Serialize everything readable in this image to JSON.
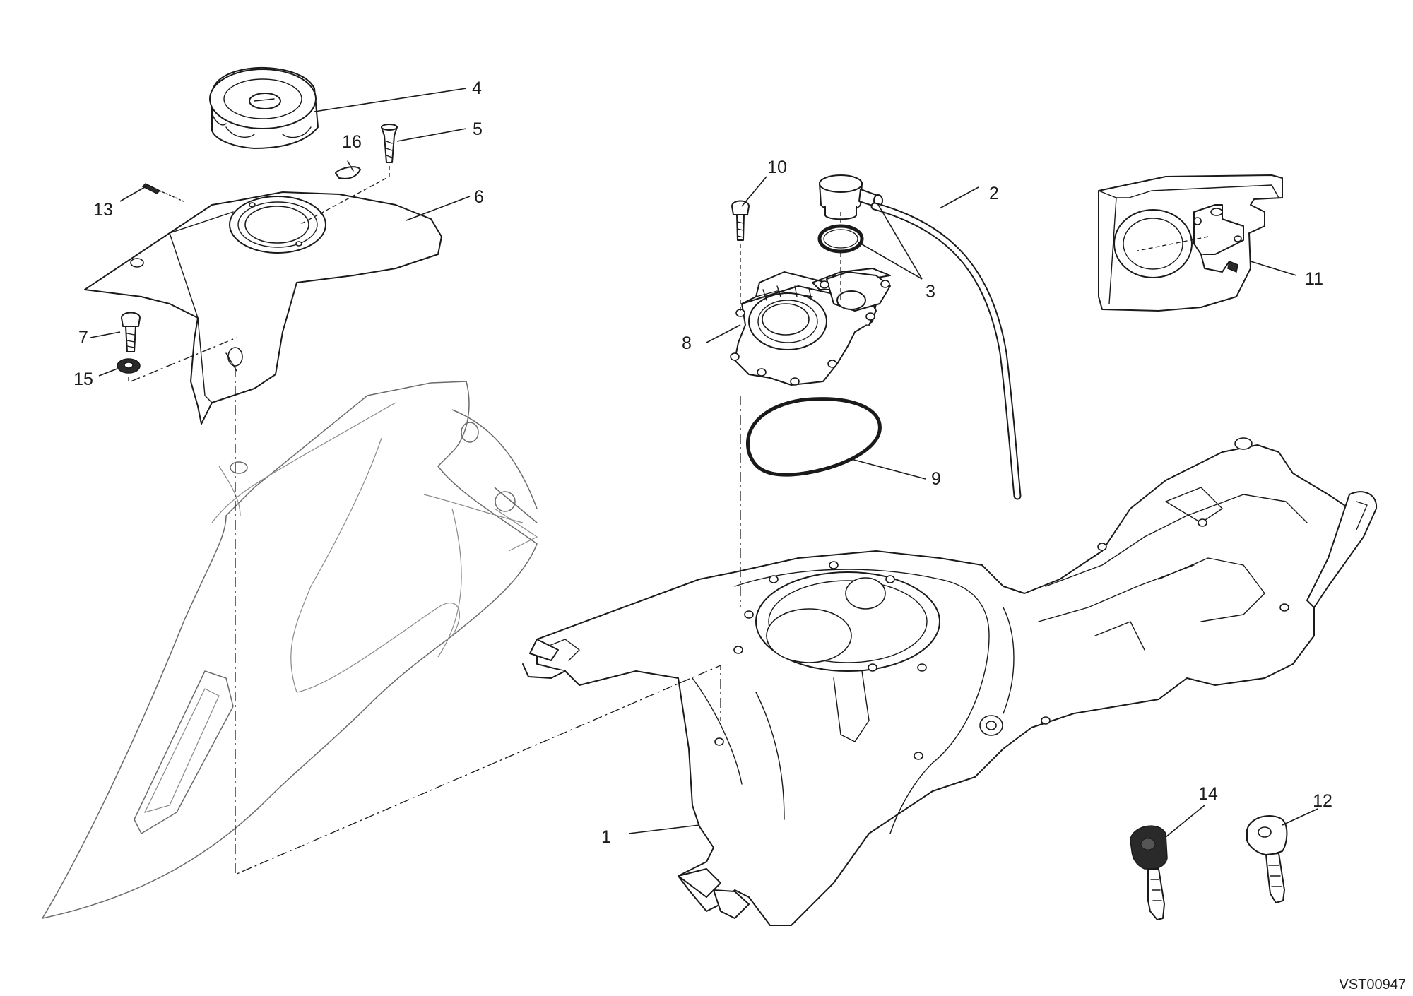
{
  "callouts": {
    "c1": "1",
    "c2": "2",
    "c3": "3",
    "c4": "4",
    "c5": "5",
    "c6": "6",
    "c7": "7",
    "c8": "8",
    "c9": "9",
    "c10": "10",
    "c11": "11",
    "c12": "12",
    "c13": "13",
    "c14": "14",
    "c15": "15",
    "c16": "16"
  },
  "drawing_code": "VST00947"
}
